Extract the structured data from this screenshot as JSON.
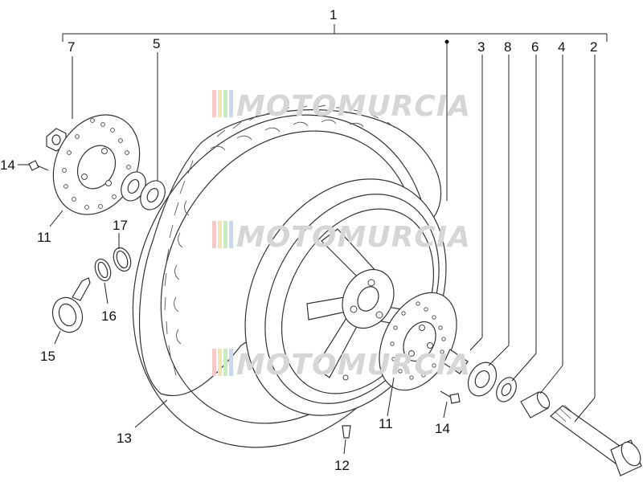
{
  "watermark": {
    "text": "MOTOMURCIA",
    "stripe_colors": [
      "#f3c9c9",
      "#f3e3b5",
      "#cde8c4",
      "#c8d8f0"
    ]
  },
  "labels": {
    "l1": "1",
    "l2": "2",
    "l3": "3",
    "l4": "4",
    "l5": "5",
    "l6": "6",
    "l7": "7",
    "l8": "8",
    "l11a": "11",
    "l11b": "11",
    "l12": "12",
    "l13": "13",
    "l14a": "14",
    "l14b": "14",
    "l15": "15",
    "l16": "16",
    "l17": "17"
  },
  "colors": {
    "line": "#222222",
    "part": "#333333",
    "watermark": "#d6d6d6"
  }
}
